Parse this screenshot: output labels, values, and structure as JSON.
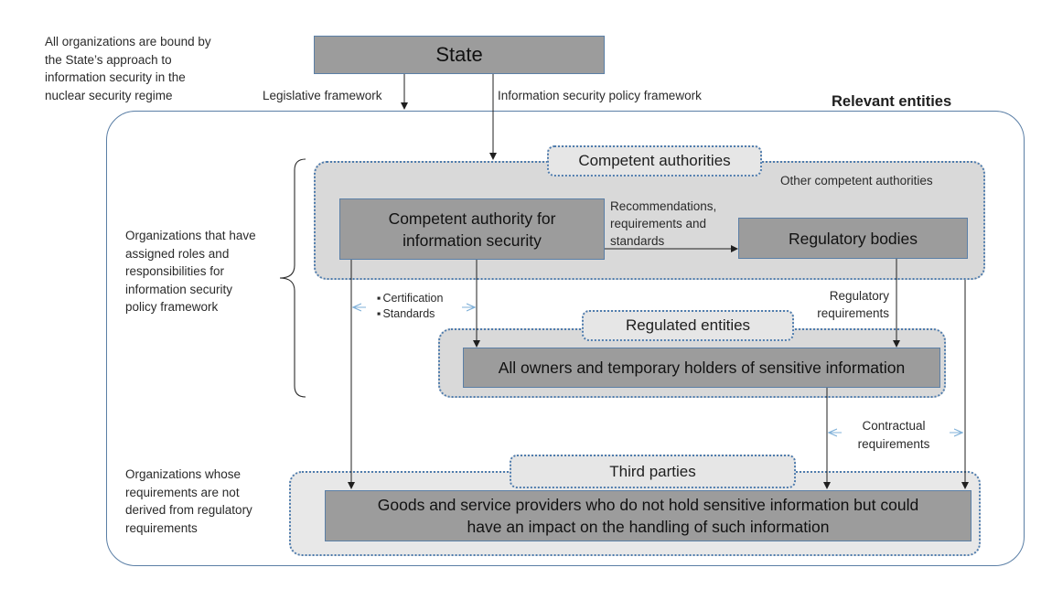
{
  "notes": {
    "top_left": [
      "All organizations are bound by",
      "the State’s approach to",
      "information security in the",
      "nuclear security regime"
    ],
    "middle_left": [
      "Organizations that have",
      "assigned roles and",
      "responsibilities for",
      "information security",
      "policy framework"
    ],
    "bottom_left": [
      "Organizations whose",
      "requirements are not",
      "derived from regulatory",
      "requirements"
    ]
  },
  "state": {
    "label": "State"
  },
  "arrows": {
    "legislative": "Legislative framework",
    "policy": "Information security policy framework",
    "recommendations": [
      "Recommendations,",
      "requirements and",
      "standards"
    ],
    "certification": "Certification",
    "standards": "Standards",
    "regulatory_req": [
      "Regulatory",
      "requirements"
    ],
    "contractual_req": [
      "Contractual",
      "requirements"
    ]
  },
  "relevant_entities": {
    "title": "Relevant entities"
  },
  "competent_authorities": {
    "tag": "Competent authorities",
    "other": "Other competent authorities",
    "ca_box": [
      "Competent authority for",
      "information security"
    ],
    "regulatory_box": "Regulatory bodies"
  },
  "regulated_entities": {
    "tag": "Regulated entities",
    "box": "All owners and temporary holders of sensitive information"
  },
  "third_parties": {
    "tag": "Third parties",
    "box": [
      "Goods and service providers who do not hold sensitive information but could",
      "have an impact on the handling of such information"
    ]
  },
  "colors": {
    "frame": "#5b7fa6",
    "box_fill": "#9c9c9c",
    "group_fill": "#d9d9d9",
    "dotted_border": "#4f7cad",
    "double_arrow": "#7fb0d8"
  }
}
